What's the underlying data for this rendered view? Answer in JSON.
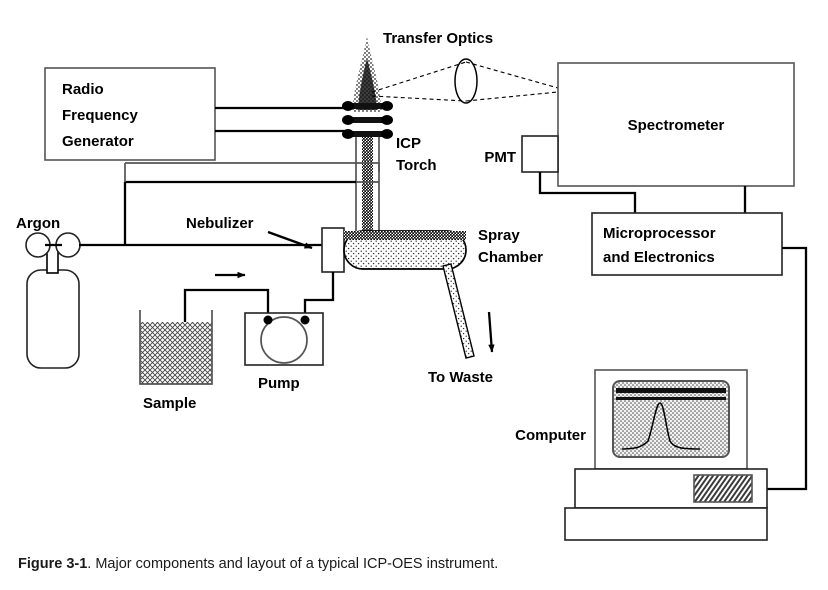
{
  "figure": {
    "caption_bold": "Figure 3-1",
    "caption_rest": ". Major components and layout of a typical ICP-OES instrument.",
    "caption_full": "Figure 3-1. Major components and layout of a typical ICP-OES instrument."
  },
  "labels": {
    "rf_generator_line1": "Radio",
    "rf_generator_line2": "Frequency",
    "rf_generator_line3": "Generator",
    "transfer_optics": "Transfer Optics",
    "icp_torch_line1": "ICP",
    "icp_torch_line2": "Torch",
    "spectrometer": "Spectrometer",
    "pmt": "PMT",
    "microprocessor_line1": "Microprocessor",
    "microprocessor_line2": "and Electronics",
    "argon": "Argon",
    "nebulizer": "Nebulizer",
    "spray_chamber_line1": "Spray",
    "spray_chamber_line2": "Chamber",
    "to_waste": "To Waste",
    "sample": "Sample",
    "pump": "Pump",
    "computer": "Computer"
  },
  "components": [
    {
      "id": "rf-generator",
      "name": "Radio Frequency Generator"
    },
    {
      "id": "icp-torch",
      "name": "ICP Torch"
    },
    {
      "id": "transfer-optics",
      "name": "Transfer Optics"
    },
    {
      "id": "spectrometer",
      "name": "Spectrometer"
    },
    {
      "id": "pmt",
      "name": "PMT"
    },
    {
      "id": "microprocessor",
      "name": "Microprocessor and Electronics"
    },
    {
      "id": "computer",
      "name": "Computer"
    },
    {
      "id": "argon-cylinder",
      "name": "Argon"
    },
    {
      "id": "nebulizer",
      "name": "Nebulizer"
    },
    {
      "id": "spray-chamber",
      "name": "Spray Chamber"
    },
    {
      "id": "sample-beaker",
      "name": "Sample"
    },
    {
      "id": "peristaltic-pump",
      "name": "Pump"
    },
    {
      "id": "waste-drain",
      "name": "To Waste"
    }
  ],
  "colors": {
    "background": "#ffffff",
    "ink": "#000000",
    "box_stroke": "#555555",
    "caption_text": "#1a1a1a",
    "fill_light": "#e8e8e8"
  }
}
